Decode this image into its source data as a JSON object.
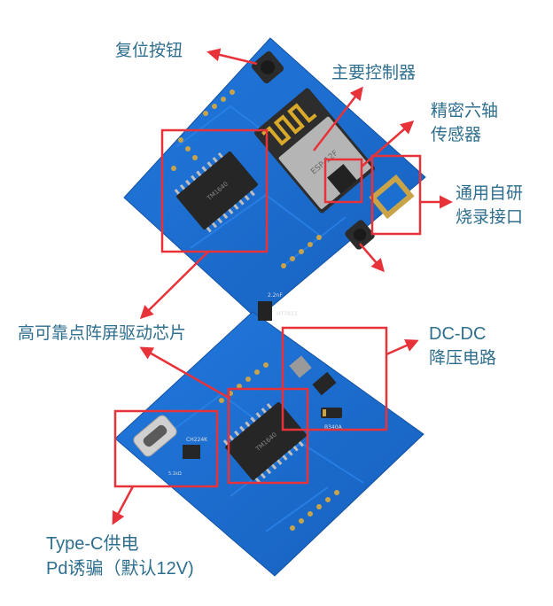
{
  "labels": {
    "reset_button": "复位按钮",
    "main_controller": "主要控制器",
    "imu_line1": "精密六轴",
    "imu_line2": "传感器",
    "programmer_line1": "通用自研",
    "programmer_line2": "烧录接口",
    "display_driver": "高可靠点阵屏驱动芯片",
    "dcdc_line1": "DC-DC",
    "dcdc_line2": "降压电路",
    "typec_line1": "Type-C供电",
    "typec_line2": "Pd诱骗（默认12V)"
  },
  "board_text": {
    "esp_module": "ESP-12F",
    "driver_chip_top": "TM1640",
    "driver_chip_bottom": "TM1640",
    "pd_chip": "CH224K",
    "ldo": "HT7833",
    "diode": "B340A",
    "cap_label": "2.2nF",
    "res_label": "5.1kΩ"
  },
  "colors": {
    "pcb": "#1b6fd1",
    "pcb_dark": "#1559ad",
    "highlight_box": "#e8323a",
    "arrow": "#e8323a",
    "label_text": "#2e6e8e",
    "chip": "#2a2a2a",
    "gold": "#c9a347",
    "esp_shield": "#b5b5b5",
    "antenna": "#d9a92a"
  }
}
